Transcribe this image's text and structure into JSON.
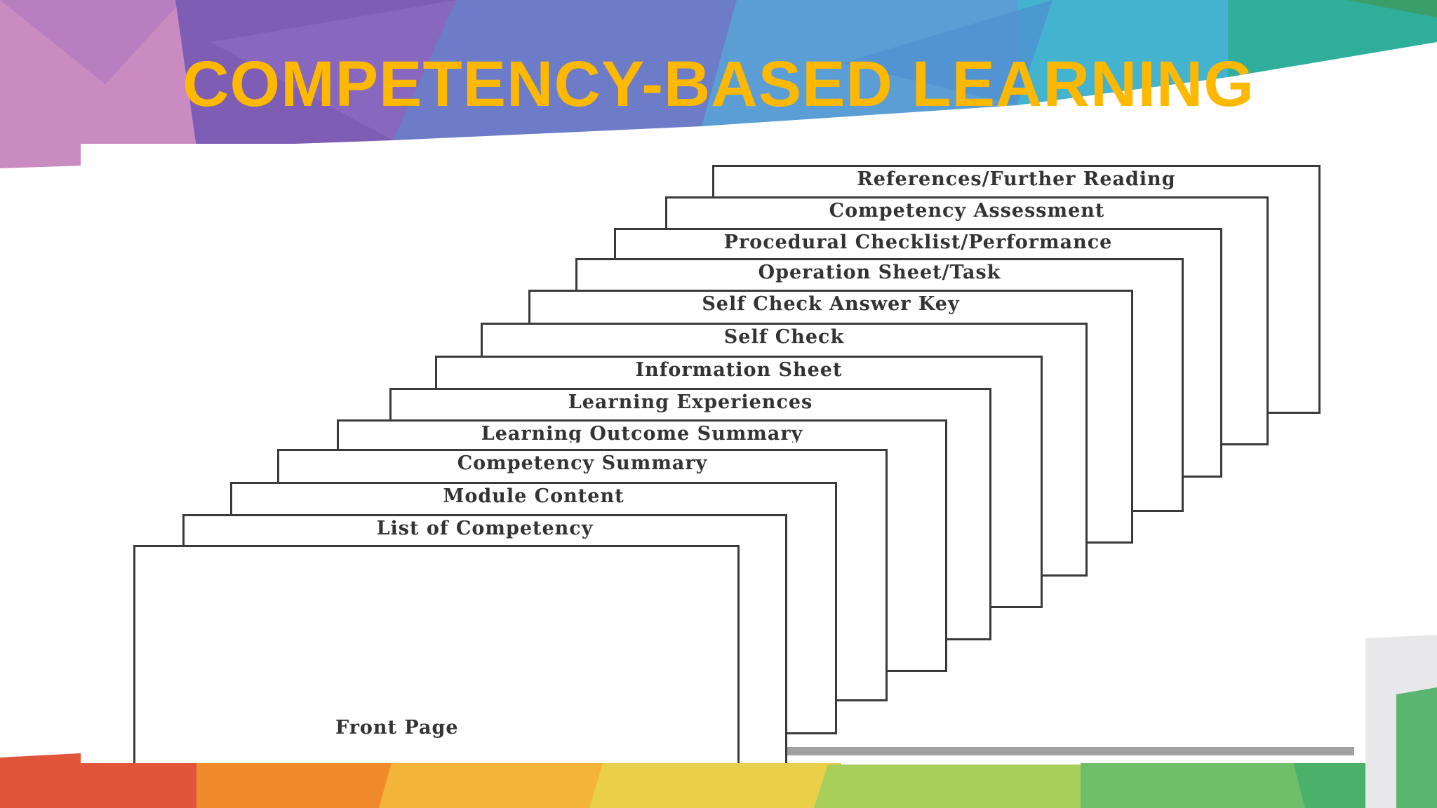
{
  "slide": {
    "title": "COMPETENCY-BASED LEARNING MATERIALS"
  },
  "diagram": {
    "pages": [
      {
        "label": "References/Further Reading"
      },
      {
        "label": "Competency Assessment"
      },
      {
        "label": "Procedural Checklist/Performance"
      },
      {
        "label": "Operation Sheet/Task"
      },
      {
        "label": "Self Check Answer Key"
      },
      {
        "label": "Self Check"
      },
      {
        "label": "Information Sheet"
      },
      {
        "label": "Learning Experiences"
      },
      {
        "label": "Learning Outcome Summary"
      },
      {
        "label": "Competency Summary"
      },
      {
        "label": "Module Content"
      },
      {
        "label": "List of Competency"
      },
      {
        "label": "Front Page"
      }
    ]
  },
  "colors": {
    "title": "#FFB800",
    "page_border": "#3a3a3a",
    "label_text": "#333333"
  }
}
